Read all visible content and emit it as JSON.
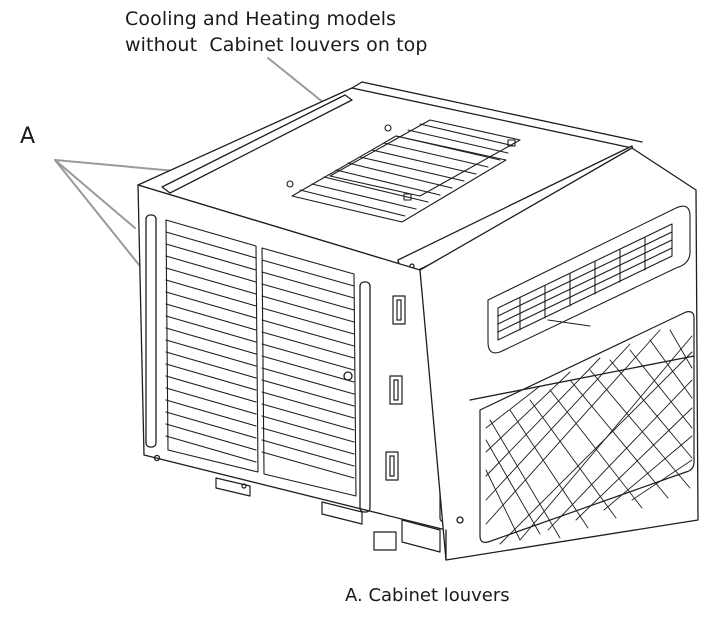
{
  "diagram": {
    "top_caption_line1": "Cooling and Heating models",
    "top_caption_line2": "without  Cabinet louvers on top",
    "callout_label": "A",
    "legend": "A. Cabinet louvers"
  },
  "colors": {
    "outline": "#1e1e1e",
    "leader": "#9a9a9a",
    "background": "#ffffff"
  }
}
